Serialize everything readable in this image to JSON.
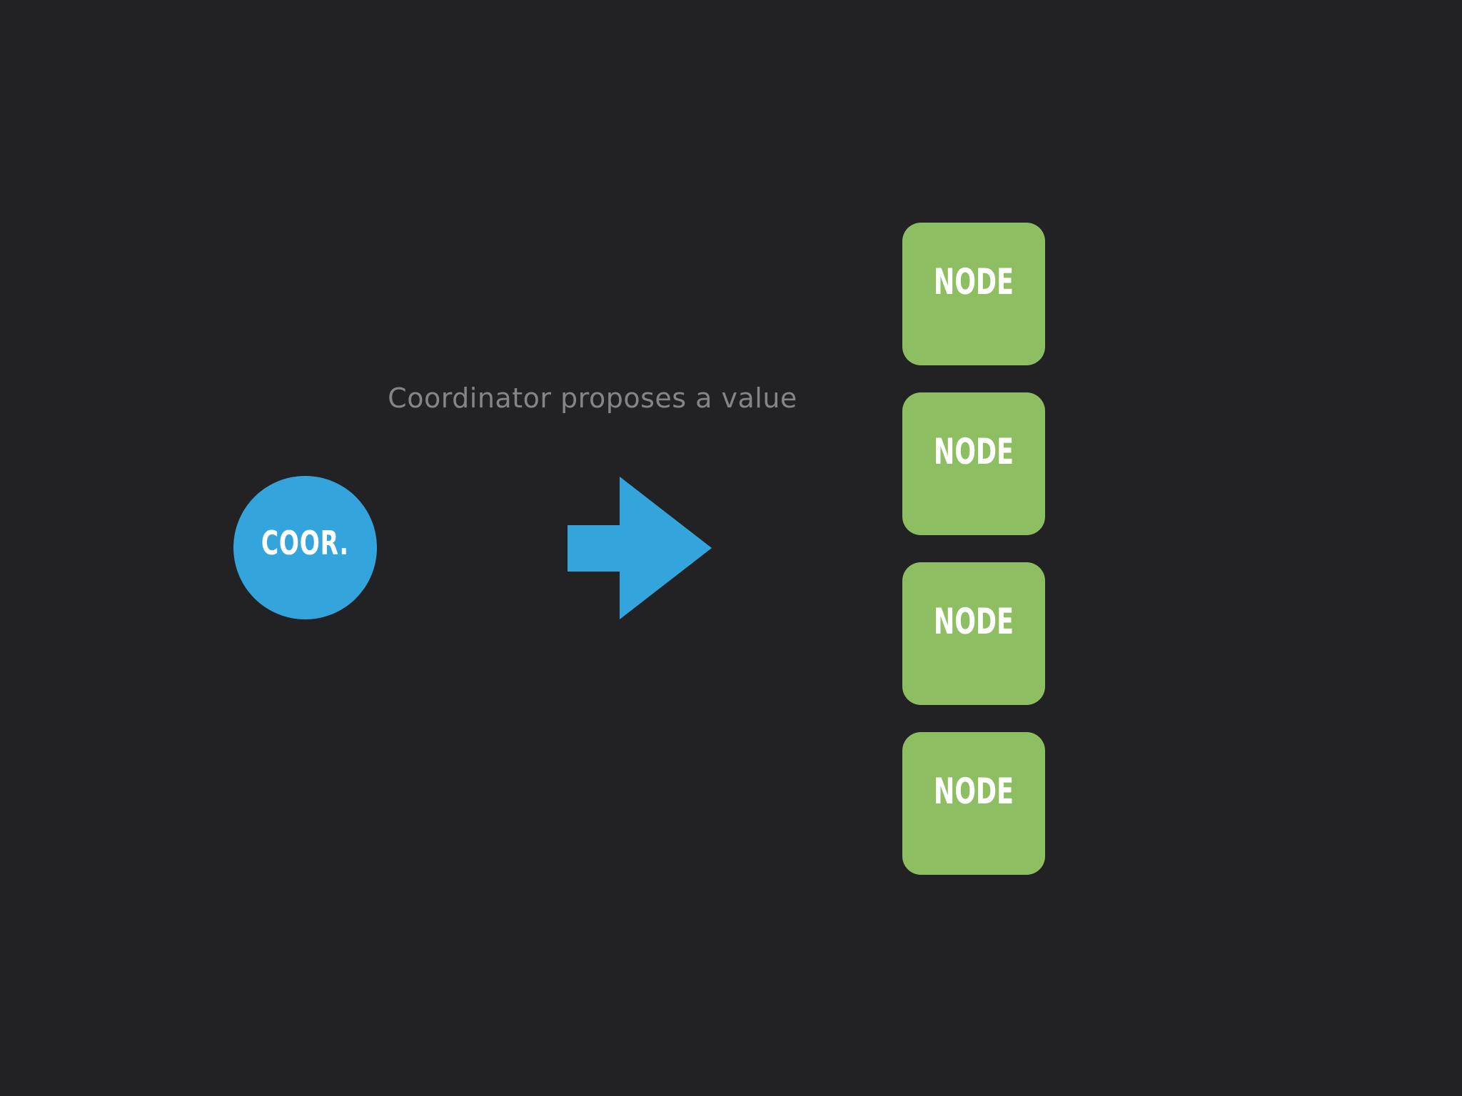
{
  "caption": "Coordinator proposes a value",
  "coordinator": {
    "label": "COOR."
  },
  "nodes": [
    {
      "label": "NODE"
    },
    {
      "label": "NODE"
    },
    {
      "label": "NODE"
    },
    {
      "label": "NODE"
    }
  ],
  "colors": {
    "background": "#222224",
    "coordinator": "#33a5dc",
    "arrow": "#33a5dc",
    "node": "#8dbe62",
    "caption": "#858587",
    "label": "#ffffff"
  },
  "icons": {
    "arrow": "right-arrow-icon"
  }
}
